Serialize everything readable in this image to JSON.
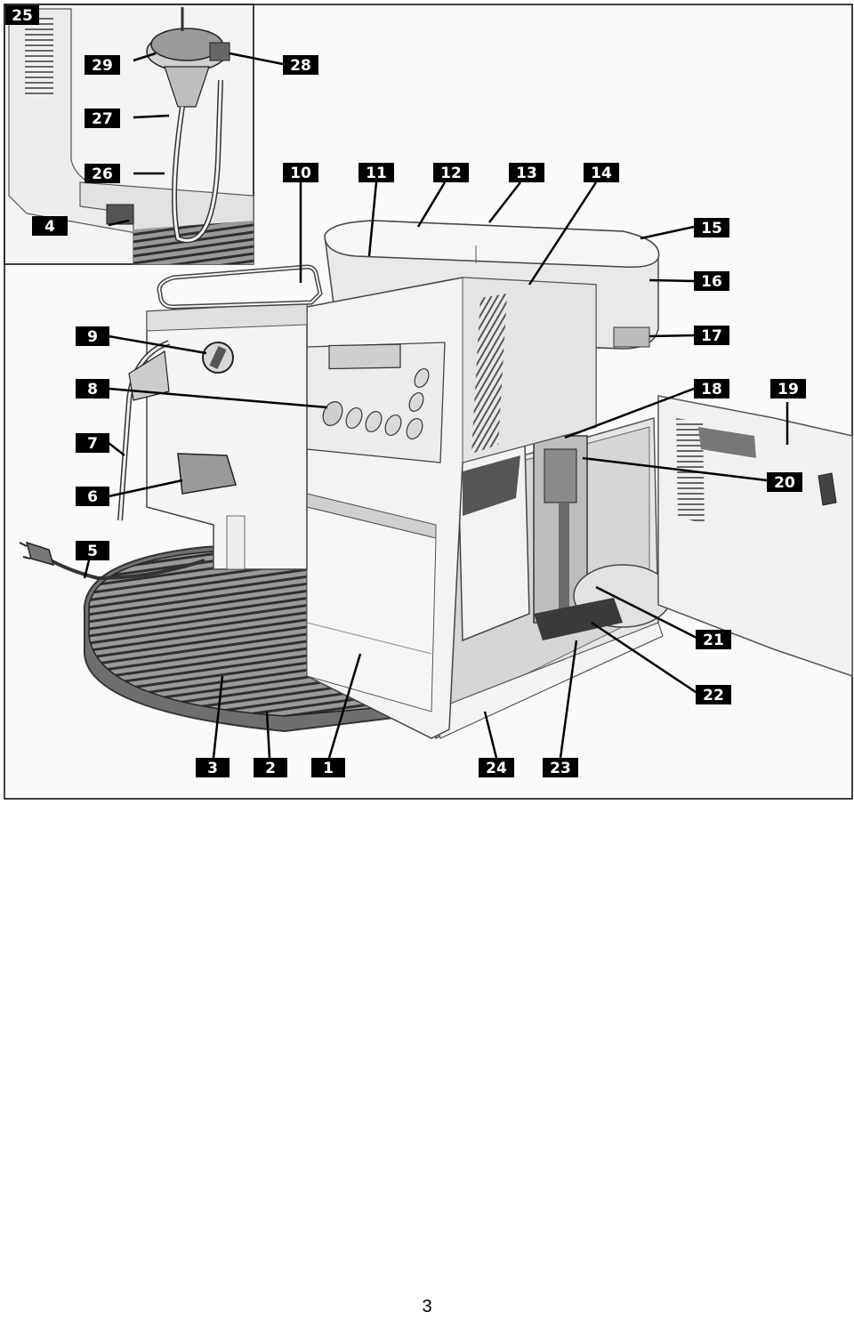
{
  "figure": {
    "callouts": [
      "1",
      "2",
      "3",
      "4",
      "5",
      "6",
      "7",
      "8",
      "9",
      "10",
      "11",
      "12",
      "13",
      "14",
      "15",
      "16",
      "17",
      "18",
      "19",
      "20",
      "21",
      "22",
      "23",
      "24",
      "25",
      "26",
      "27",
      "28",
      "29"
    ],
    "inset_label": "25"
  },
  "page": {
    "number": "3"
  }
}
